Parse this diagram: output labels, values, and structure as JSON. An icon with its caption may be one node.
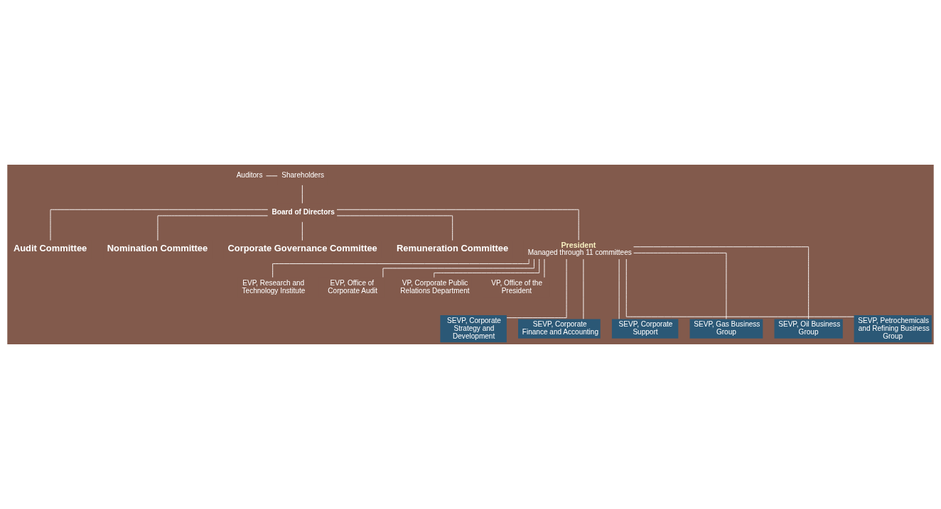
{
  "diagram": {
    "nodes": [
      {
        "text": [
          "Auditors"
        ]
      },
      {
        "text": [
          "Shareholders"
        ]
      },
      {
        "text": [
          "Board of Directors"
        ]
      },
      {
        "text": [
          "Audit Committee"
        ]
      },
      {
        "text": [
          "Nomination Committee"
        ]
      },
      {
        "text": [
          "Corporate Governance Committee"
        ]
      },
      {
        "text": [
          "Remuneration Committee"
        ]
      },
      {
        "text": [
          "President",
          "Managed through 11 committees"
        ]
      },
      {
        "text": [
          "EVP, Research and Technology Institute"
        ]
      },
      {
        "text": [
          "EVP, Office of Corporate Audit"
        ]
      },
      {
        "text": [
          "VP, Corporate Public Relations Department"
        ]
      },
      {
        "text": [
          "VP, Office of the President"
        ]
      },
      {
        "text": [
          "SEVP, Corporate Strategy and Development"
        ]
      },
      {
        "text": [
          "SEVP, Corporate Finance and Accounting"
        ]
      },
      {
        "text": [
          "SEVP, Corporate Support"
        ]
      },
      {
        "text": [
          "SEVP, Gas Business Group"
        ]
      },
      {
        "text": [
          "SEVP, Oil Business Group"
        ]
      },
      {
        "text": [
          "SEVP, Petrochemicals and Refining Business Group"
        ]
      }
    ],
    "edges": [
      {
        "from": 0,
        "to": 1,
        "arrow": "none"
      },
      {
        "from": 1,
        "to": 2,
        "arrow": "none"
      },
      {
        "from": 2,
        "to": 7,
        "arrow": "none"
      },
      {
        "from": 2,
        "to": 3,
        "arrow": "none"
      },
      {
        "from": 2,
        "to": 4,
        "arrow": "none"
      },
      {
        "from": 2,
        "to": 5,
        "arrow": "none"
      },
      {
        "from": 2,
        "to": 6,
        "arrow": "none"
      },
      {
        "from": 7,
        "to": 8,
        "arrow": "none"
      },
      {
        "from": 7,
        "to": 9,
        "arrow": "none"
      },
      {
        "from": 7,
        "to": 10,
        "arrow": "none"
      },
      {
        "from": 7,
        "to": 11,
        "arrow": "none"
      },
      {
        "from": 7,
        "to": 12,
        "arrow": "none"
      },
      {
        "from": 7,
        "to": 13,
        "arrow": "none"
      },
      {
        "from": 7,
        "to": 14,
        "arrow": "none"
      },
      {
        "from": 7,
        "to": 15,
        "arrow": "none"
      },
      {
        "from": 7,
        "to": 16,
        "arrow": "none"
      },
      {
        "from": 7,
        "to": 17,
        "arrow": "none"
      }
    ]
  }
}
